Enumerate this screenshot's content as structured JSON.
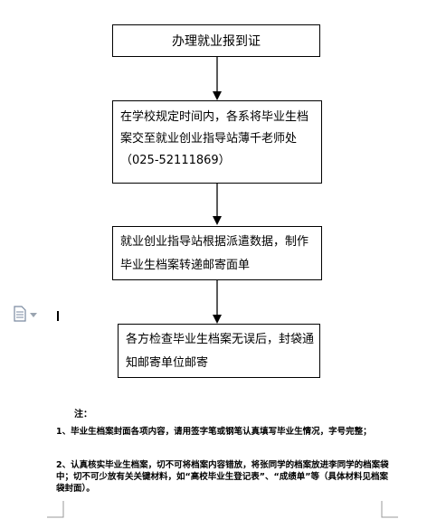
{
  "flow": {
    "step1": "办理就业报到证",
    "step2": "在学校规定时间内，各系将毕业生档案交至就业创业指导站薄千老师处（025-52111869）",
    "step3": "就业创业指导站根据派遣数据，制作毕业生档案转递邮寄面单",
    "step4": "各方检查毕业生档案无误后，封袋通知邮寄单位邮寄"
  },
  "notes": {
    "heading": "注：",
    "note1": "1、毕业生档案封面各项内容，请用签字笔或钢笔认真填写毕业生情况，字号完整；",
    "note2": "2、认真核实毕业生档案，切不可将档案内容错放，将张同学的档案放进李同学的档案袋中；切不可少放有关关键材料，如“高校毕业生登记表”、“成绩单”等（具体材料见档案袋封面）。"
  },
  "icons": {
    "side": "document-icon",
    "caret": "chevron-down-icon"
  }
}
